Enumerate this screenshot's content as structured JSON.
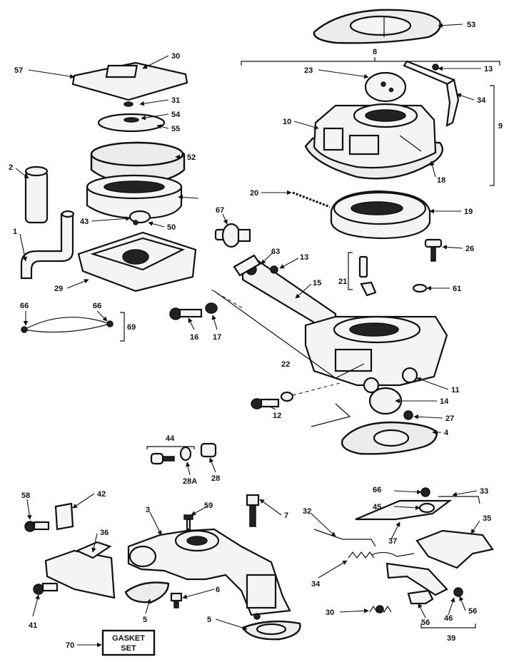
{
  "labels": [
    "53",
    "8",
    "23",
    "13",
    "57",
    "30",
    "31",
    "54",
    "55",
    "34",
    "10",
    "9",
    "18",
    "2",
    "52",
    "20",
    "19",
    "1",
    "43",
    "50",
    "67",
    "26",
    "63",
    "13",
    "21",
    "61",
    "29",
    "15",
    "66",
    "66",
    "69",
    "16",
    "17",
    "22",
    "11",
    "14",
    "12",
    "27",
    "44",
    "4",
    "28A",
    "28",
    "58",
    "42",
    "3",
    "59",
    "7",
    "66",
    "33",
    "45",
    "32",
    "35",
    "36",
    "37",
    "34",
    "6",
    "5",
    "56",
    "41",
    "30",
    "46",
    "56",
    "70",
    "39"
  ],
  "gasket_box": {
    "line1": "GASKET",
    "line2": "SET"
  }
}
